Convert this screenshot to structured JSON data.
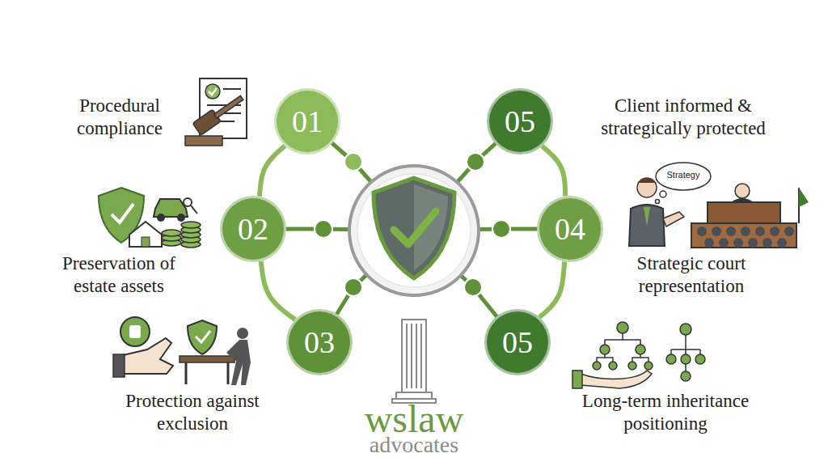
{
  "diagram": {
    "nodes": [
      {
        "text": [
          "01"
        ]
      },
      {
        "text": [
          "02"
        ]
      },
      {
        "text": [
          "03"
        ]
      },
      {
        "text": [
          "05"
        ]
      },
      {
        "text": [
          "04"
        ]
      },
      {
        "text": [
          "05"
        ]
      }
    ],
    "edges": [
      {
        "from": 0,
        "to": 1,
        "arrow": "none"
      },
      {
        "from": 1,
        "to": 2,
        "arrow": "none"
      },
      {
        "from": 3,
        "to": 4,
        "arrow": "none"
      },
      {
        "from": 4,
        "to": 5,
        "arrow": "none"
      }
    ],
    "labels": [
      "Procedural compliance",
      "Client informed & strategically protected",
      "Strategy",
      "Preservation of estate assets",
      "Strategic court representation",
      "Protection against exclusion",
      "Long-term inheritance positioning",
      "wslaw",
      "advocates"
    ]
  }
}
